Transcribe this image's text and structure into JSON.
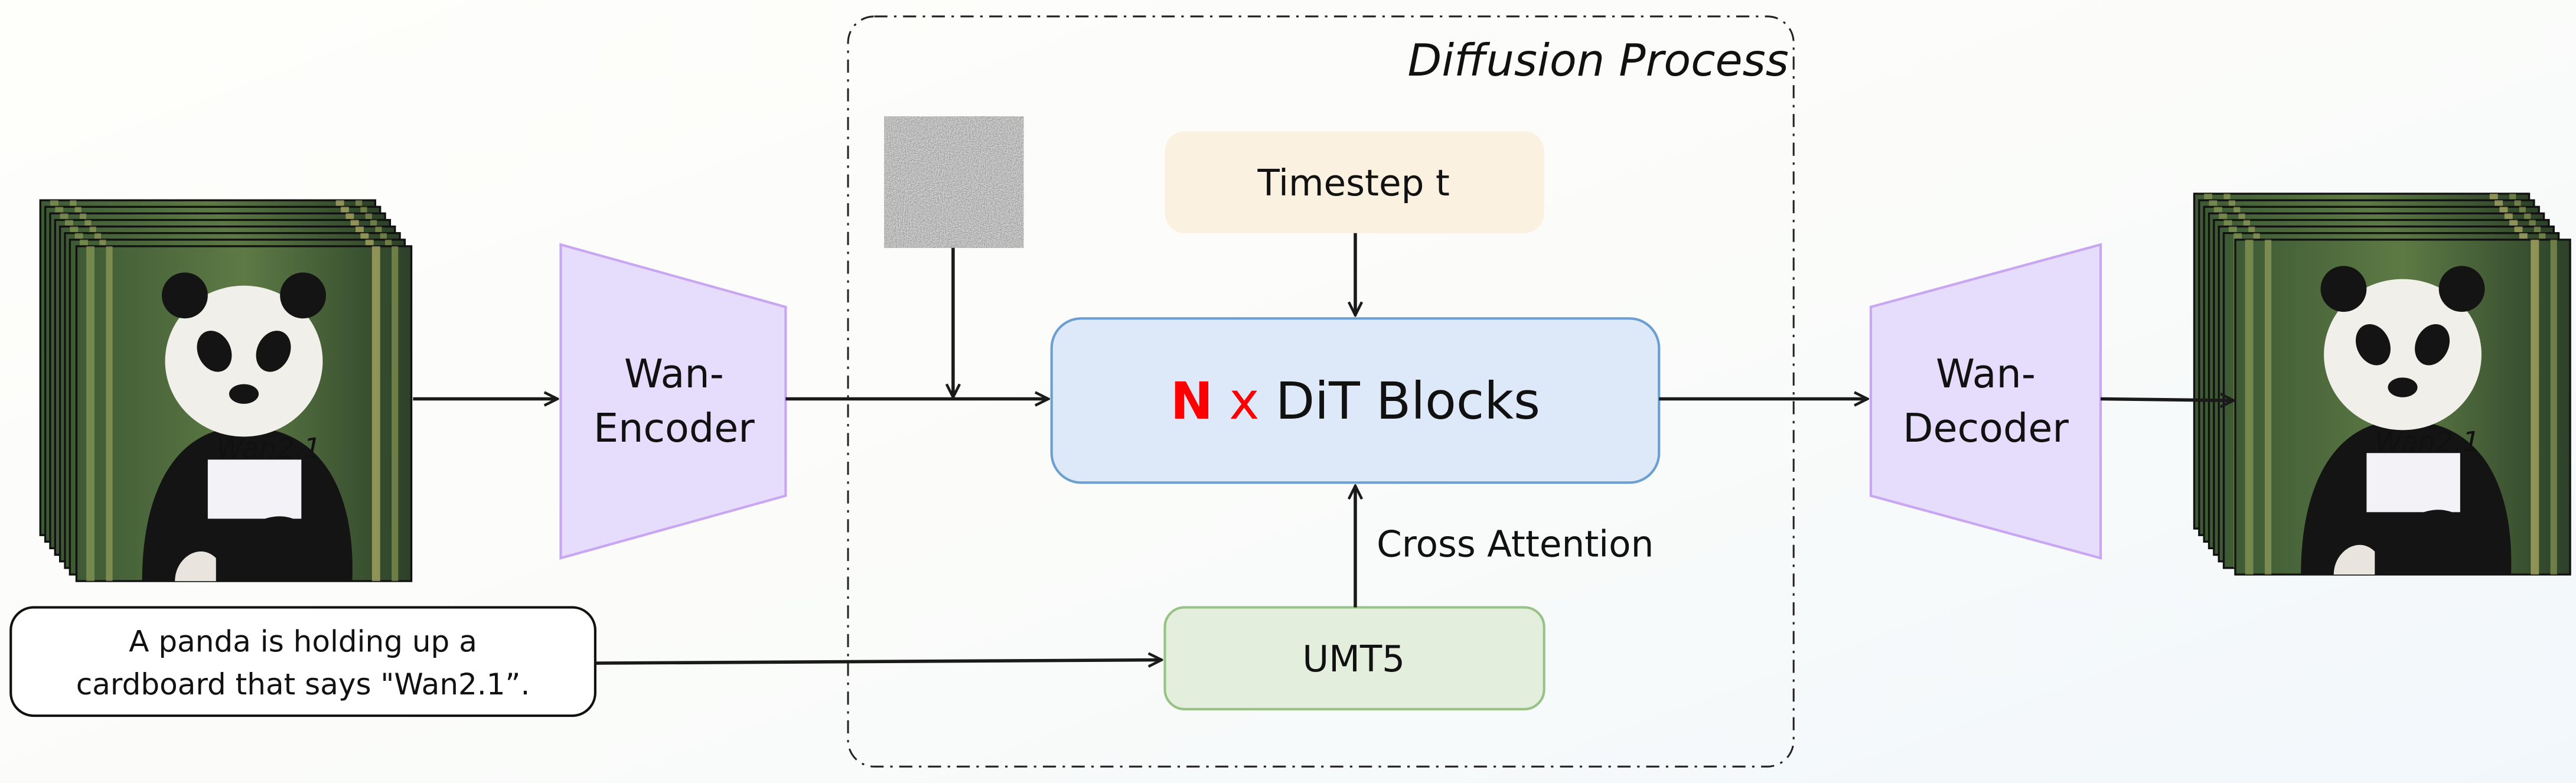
{
  "diagram": {
    "diffusion_label": "Diffusion Process",
    "encoder_label": [
      "Wan-",
      "Encoder"
    ],
    "decoder_label": [
      "Wan-",
      "Decoder"
    ],
    "timestep_label": "Timestep t",
    "dit_multiplier": "N",
    "dit_times": "x",
    "dit_label": "DiT Blocks",
    "cross_attention_label": "Cross Attention",
    "text_encoder_label": "UMT5",
    "prompt_lines": [
      "A panda is holding up a",
      "cardboard that says \"Wan2.1”."
    ],
    "sign_text": "Wan2.1",
    "colors": {
      "encoder_fill": "#e6dcfc",
      "encoder_stroke": "#c9a6f2",
      "timestep_fill": "#faf1e0",
      "dit_fill": "#dde9f8",
      "dit_stroke": "#6a9fd0",
      "umt5_fill": "#e3efdc",
      "umt5_stroke": "#99c286",
      "accent_red": "#ff0000"
    }
  }
}
